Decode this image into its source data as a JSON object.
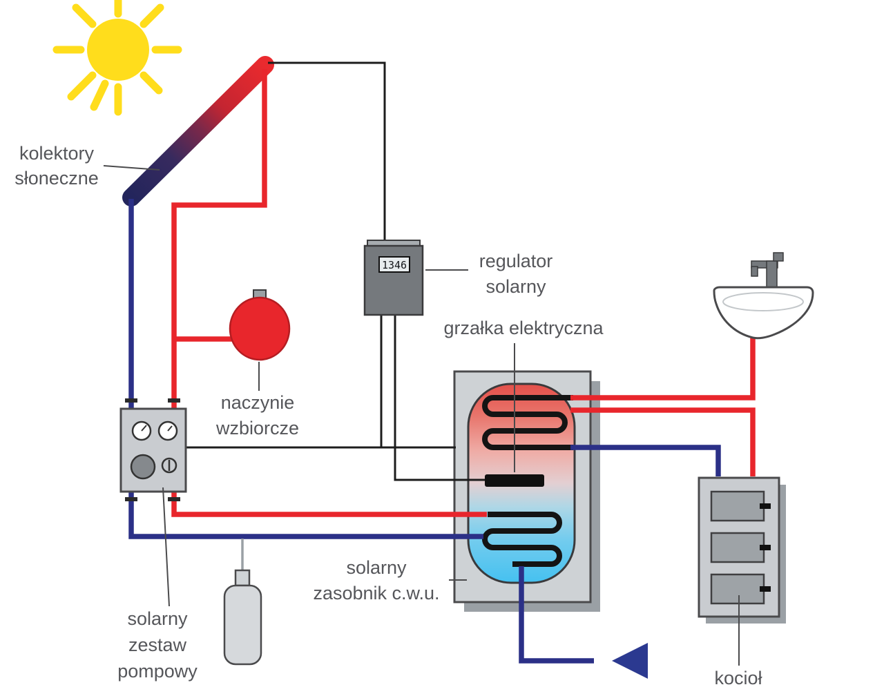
{
  "diagram": {
    "labels": {
      "collectors": {
        "lines": [
          "kolektory",
          "słoneczne"
        ]
      },
      "regulator": {
        "lines": [
          "regulator",
          "solarny"
        ]
      },
      "electric_heater": {
        "lines": [
          "grzałka elektryczna"
        ]
      },
      "expansion_vessel": {
        "lines": [
          "naczynie",
          "wzbiorcze"
        ]
      },
      "storage_tank": {
        "lines": [
          "solarny",
          "zasobnik c.w.u."
        ]
      },
      "pump_group": {
        "lines": [
          "solarny",
          "zestaw",
          "pompowy"
        ]
      },
      "boiler": {
        "lines": [
          "kocioł"
        ]
      }
    },
    "regulator_display": "1346",
    "colors": {
      "hot_pipe": "#e8262c",
      "cold_pipe": "#2b3087",
      "sun": "#ffdd1c",
      "wire": "#1c1c1c",
      "label_text": "#55565a"
    }
  }
}
